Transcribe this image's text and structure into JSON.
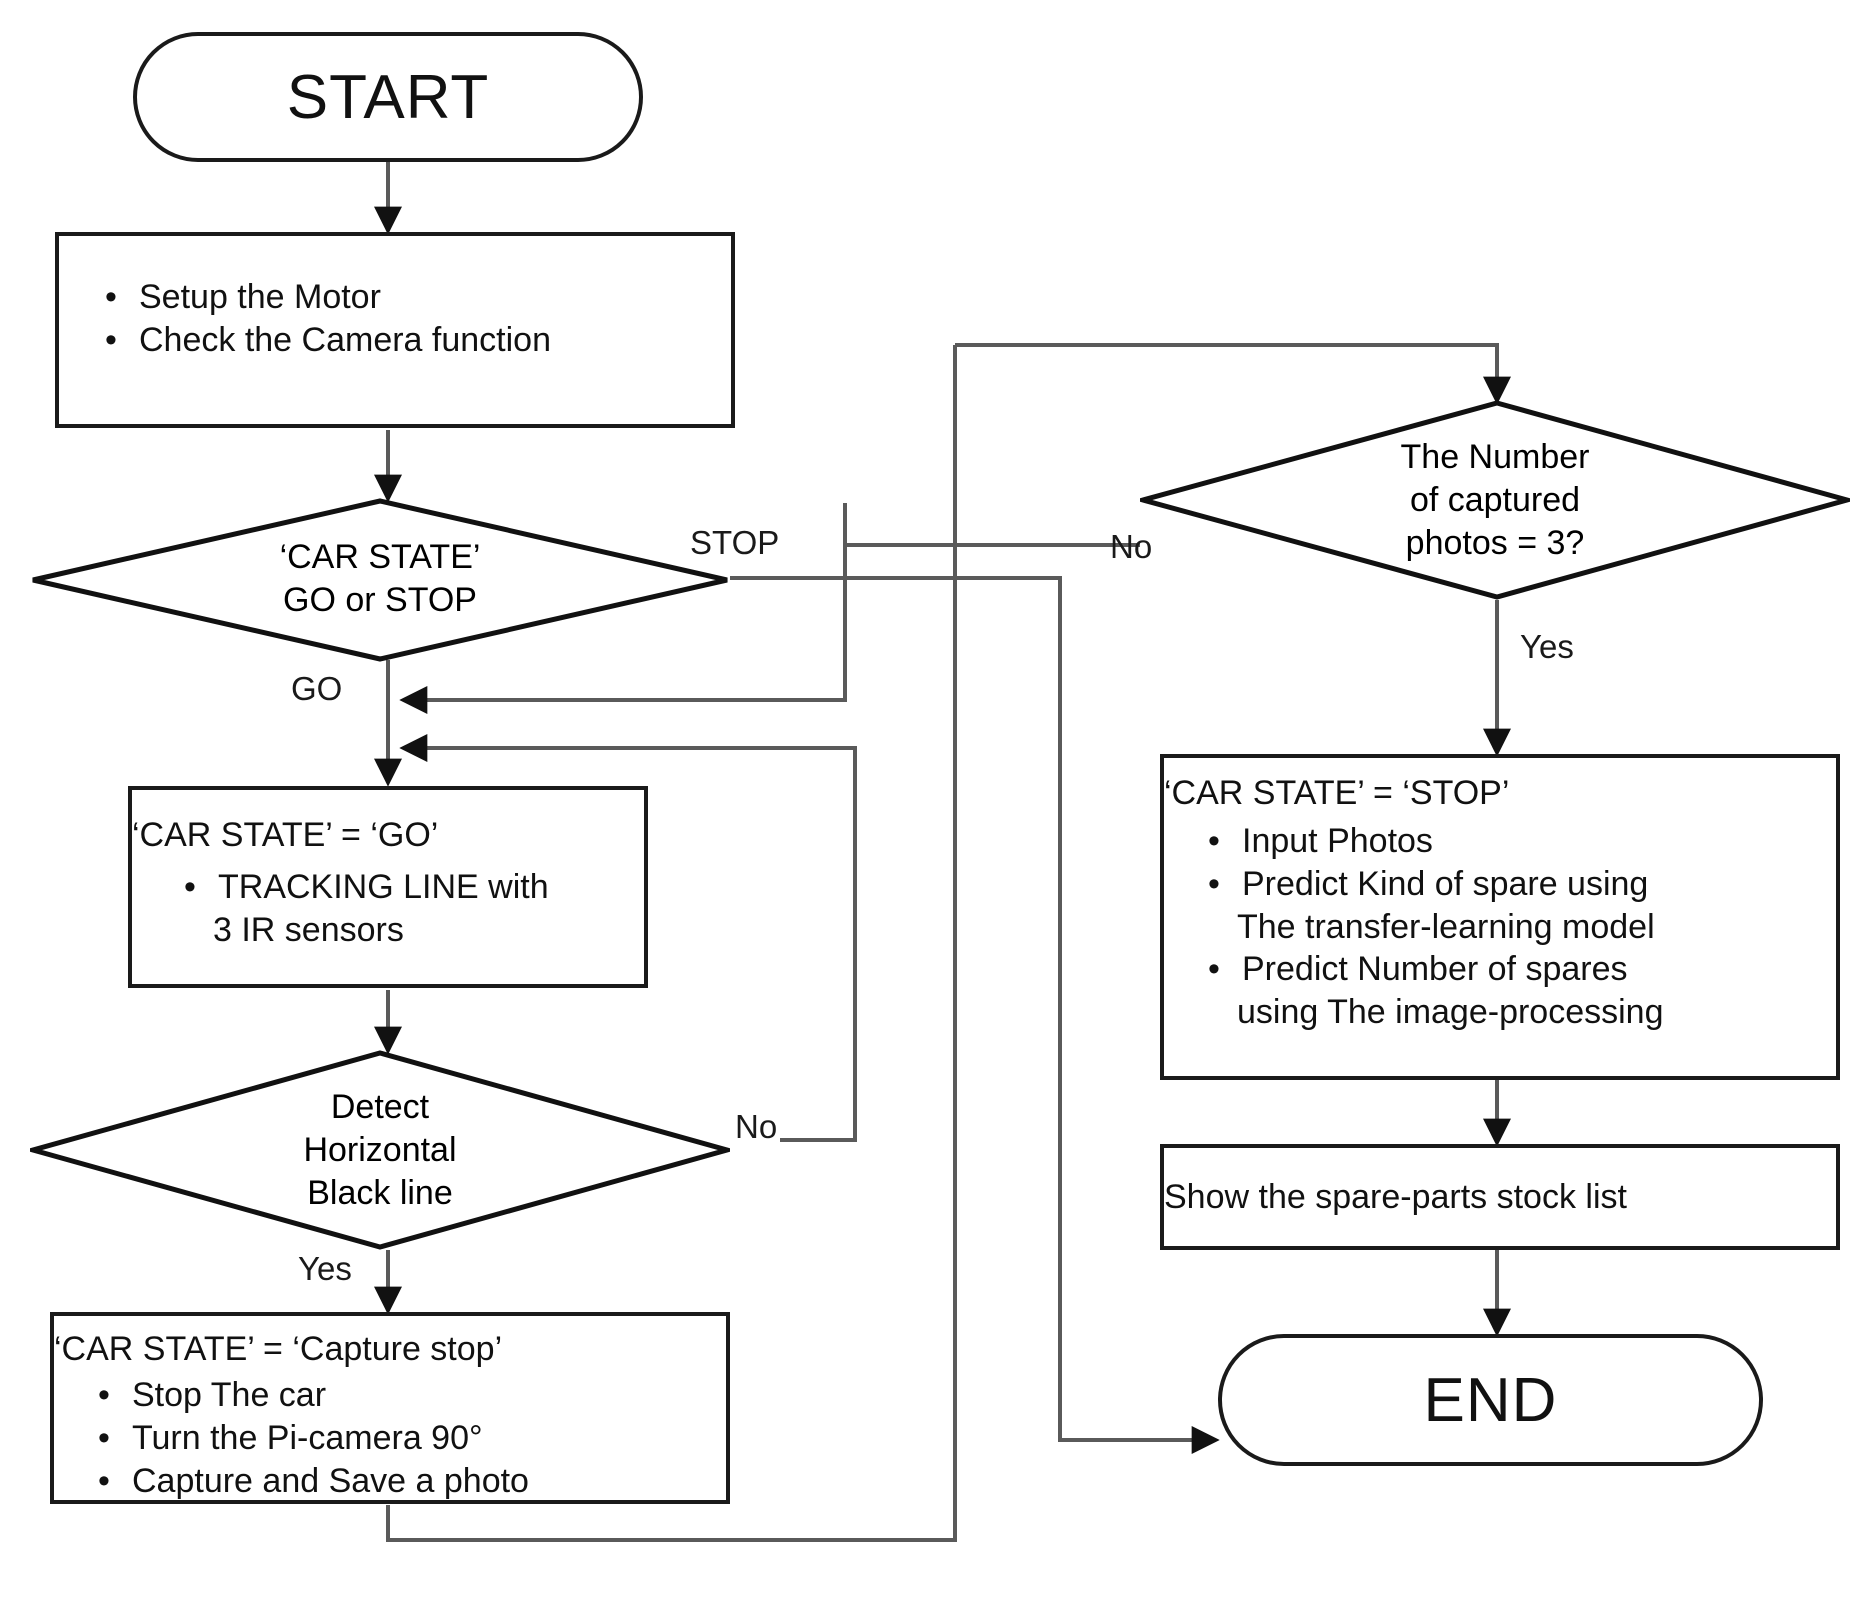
{
  "diagram": {
    "type": "flowchart",
    "title": "Autonomous spare-parts inspection car flowchart",
    "line_color": "#5a5a5a",
    "node_border_color": "#1a1a1a",
    "background": "#ffffff"
  },
  "nodes": {
    "start": {
      "shape": "terminator",
      "label": "START"
    },
    "setup": {
      "shape": "process",
      "bullets": [
        "Setup the Motor",
        "Check the Camera function"
      ]
    },
    "car_state_decision": {
      "shape": "decision",
      "lines": [
        "‘CAR STATE’",
        "GO or STOP"
      ]
    },
    "car_state_go": {
      "shape": "process",
      "heading": "‘CAR STATE’ = ‘GO’",
      "bullets": [
        "TRACKING LINE with",
        "3 IR sensors"
      ]
    },
    "detect_line_decision": {
      "shape": "decision",
      "lines": [
        "Detect",
        "Horizontal",
        "Black line"
      ]
    },
    "capture_stop": {
      "shape": "process",
      "heading": "‘CAR STATE’ = ‘Capture stop’",
      "bullets": [
        "Stop The car",
        "Turn the Pi-camera 90°",
        "Capture and Save a photo"
      ]
    },
    "photo_count_decision": {
      "shape": "decision",
      "lines": [
        "The Number",
        "of captured",
        "photos = 3?"
      ]
    },
    "car_state_stop": {
      "shape": "process",
      "heading": "‘CAR STATE’ = ‘STOP’",
      "bullets": [
        "Input Photos",
        "Predict Kind of spare using",
        "The transfer-learning model",
        "Predict Number of spares",
        "using The image-processing"
      ]
    },
    "show_stock": {
      "shape": "process",
      "label": "Show the spare-parts stock list"
    },
    "end": {
      "shape": "terminator",
      "label": "END"
    }
  },
  "edge_labels": {
    "stop": "STOP",
    "go": "GO",
    "no_detect": "No",
    "yes_detect": "Yes",
    "no_count": "No",
    "yes_count": "Yes"
  },
  "bullet_glyph": "•"
}
